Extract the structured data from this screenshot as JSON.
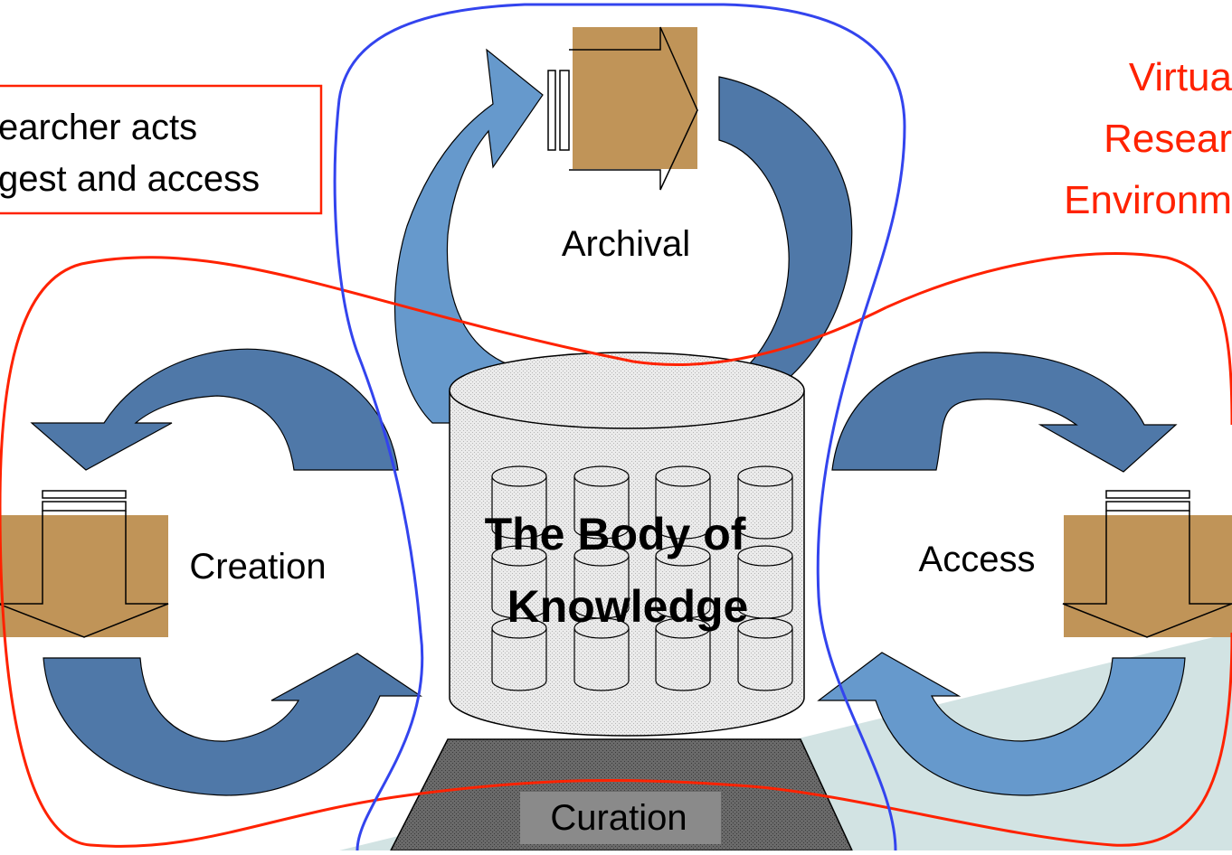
{
  "callout": {
    "line1": "earcher acts",
    "line2": "gest and access"
  },
  "vre_label": {
    "line1": "Virtua",
    "line2": "Resear",
    "line3": "Environm"
  },
  "cycles": {
    "archival": "Archival",
    "creation": "Creation",
    "access": "Access",
    "curation": "Curation"
  },
  "store": {
    "line1": "The Body of",
    "line2": "Knowledge"
  },
  "colors": {
    "arrow_light": "#6699cc",
    "arrow_dark": "#4f78a8",
    "outline_red": "#ff2200",
    "outline_blue": "#3344ee",
    "doc_brown": "#c09458",
    "curation_dark": "#555555",
    "store_grey": "#d8d8d8",
    "teal_wedge": "#d2e3e3",
    "label_red": "#ff2200"
  }
}
